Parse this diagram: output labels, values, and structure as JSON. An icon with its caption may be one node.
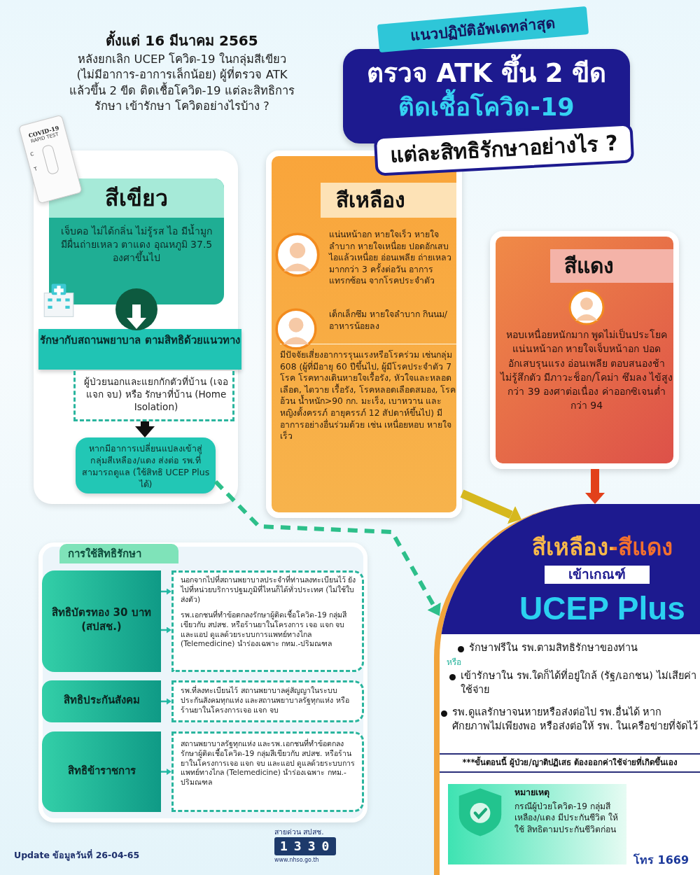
{
  "diagram": {
    "nodes": [
      {
        "text": [
          "สีเขียว",
          "เจ็บคอ ไม่ได้กลิ่น ไม่รู้รส ไอ มีน้ำมูก มีผื่นถ่ายเหลว ตาแดง อุณหภูมิ 37.5 องศาขึ้นไป"
        ]
      },
      {
        "text": [
          "รักษากับสถานพยาบาล ตามสิทธิด้วยแนวทาง"
        ]
      },
      {
        "text": [
          "ผู้ป่วยนอกและแยกกักตัวที่บ้าน (เจอ แจก จบ) หรือ รักษาที่บ้าน (Home Isolation)"
        ]
      },
      {
        "text": [
          "หากมีอาการเปลี่ยนแปลงเข้าสู่ กลุ่มสีเหลือง/แดง ส่งต่อ รพ.ที่สามารถดูแล (ใช้สิทธิ UCEP Plus ได้)"
        ]
      },
      {
        "text": [
          "สีเหลือง",
          "แน่นหน้าอก หายใจเร็ว หายใจลำบาก หายใจเหนื่อย ปอดอักเสบ ไอแล้วเหนื่อย อ่อนเพลีย ถ่ายเหลวมากกว่า 3 ครั้งต่อวัน อาการแทรกซ้อน จากโรคประจำตัว",
          "เด็กเล็กซึม หายใจลำบาก กินนม/อาหารน้อยลง",
          "มีปัจจัยเสี่ยงอาการรุนแรงหรือโรคร่วม เช่นกลุ่ม 608 (ผู้ที่มีอายุ 60 ปีขึ้นไป, ผู้มีโรคประจำตัว 7 โรค โรคทางเดินหายใจเรื้อรัง, หัวใจและหลอดเลือด, ไตวาย เรื้อรัง, โรคหลอดเลือดสมอง, โรคอ้วน น้ำหนัก>90 กก. มะเร็ง, เบาหวาน และหญิงตั้งครรภ์ อายุครรภ์ 12 สัปดาห์ขึ้นไป) มีอาการอย่างอื่นร่วมด้วย เช่น เหนื่อยหอบ หายใจเร็ว"
        ]
      },
      {
        "text": [
          "สีแดง",
          "หอบเหนื่อยหนักมาก พูดไม่เป็นประโยค แน่นหน้าอก หายใจเจ็บหน้าอก ปอดอักเสบรุนแรง อ่อนเพลีย ตอบสนองช้า ไม่รู้สึกตัว มีภาวะช็อก/โคม่า ซึมลง ไข้สูงกว่า 39 องศาต่อเนื่อง ค่าออกซิเจนต่ำกว่า 94"
        ]
      },
      {
        "text": [
          "สีเหลือง-สีแดง",
          "เข้าเกณฑ์",
          "UCEP Plus",
          "รักษาฟรีใน รพ.ตามสิทธิรักษาของท่าน",
          "หรือ",
          "เข้ารักษาใน รพ.ใดก็ได้ที่อยู่ใกล้ (รัฐ/เอกชน) ไม่เสียค่าใช้จ่าย",
          "รพ.ดูแลรักษาจนหายหรือส่งต่อไป รพ.อื่นได้ หากศักยภาพไม่เพียงพอ หรือส่งต่อให้ รพ. ในเครือข่ายที่จัดไว้",
          "***ขั้นตอนนี้ ผู้ป่วย/ญาติปฏิเสธ ต้องออกค่าใช้จ่ายที่เกิดขึ้นเอง"
        ]
      },
      {
        "text": [
          "หมายเหตุ",
          "กรณีผู้ป่วยโควิด-19 กลุ่มสีเหลือง/แดง มีประกันชีวิต ให้ใช้ สิทธิตามประกันชีวิตก่อน"
        ],
        "in": 6
      },
      {
        "text": [
          "การใช้สิทธิรักษา"
        ]
      },
      {
        "text": [
          "สิทธิบัตรทอง 30 บาท (สปสช.)"
        ],
        "in": 8
      },
      {
        "text": [
          "นอกจากไปที่สถานพยาบาลประจำที่ท่านลงทะเบียนไว้ ยังไปที่หน่วยบริการปฐมภูมิที่ไหนก็ได้ทั่วประเทศ (ไม่ใช้ใบส่งตัว)",
          "รพ.เอกชนที่ทำข้อตกลงรักษาผู้ติดเชื้อโควิด-19 กลุ่มสีเขียวกับ สปสช. หรือร้านยาในโครงการ เจอ แจก จบ และแอป ดูแลด้วยระบบการแพทย์ทางไกล (Telemedicine) นำร่องเฉพาะ กทม.-ปริมณฑล"
        ],
        "in": 8
      },
      {
        "text": [
          "สิทธิประกันสังคม"
        ],
        "in": 8
      },
      {
        "text": [
          "รพ.ที่ลงทะเบียนไว้ สถานพยาบาลคู่สัญญาในระบบ ประกันสังคมทุกแห่ง และสถานพยาบาลรัฐทุกแห่ง หรือร้านยาในโครงการเจอ แจก จบ"
        ],
        "in": 8
      },
      {
        "text": [
          "สิทธิข้าราชการ"
        ],
        "in": 8
      },
      {
        "text": [
          "สถานพยาบาลรัฐทุกแห่ง และรพ.เอกชนที่ทำข้อตกลง รักษาผู้ติดเชื้อโควิด-19 กลุ่มสีเขียวกับ สปสช. หรือร้านยาในโครงการเจอ แจก จบ และแอป ดูแลด้วยระบบการแพทย์ทางไกล (Telemedicine) นำร่องเฉพาะ กทม.-ปริมณฑล"
        ],
        "in": 8
      }
    ],
    "edges": [
      {
        "from": 0,
        "to": 1,
        "arrow": "to",
        "style": "thick",
        "color": "#ffffff"
      },
      {
        "from": 2,
        "to": 3,
        "arrow": "to",
        "style": "thick",
        "color": "#111111"
      },
      {
        "from": 3,
        "to": 6,
        "arrow": "to",
        "style": "dashed",
        "color": "#2dbf8a"
      },
      {
        "from": 4,
        "to": 6,
        "arrow": "to",
        "style": "thick",
        "color": "#d6b81e"
      },
      {
        "from": 5,
        "to": 6,
        "arrow": "to",
        "style": "thick",
        "color": "#e2411b"
      },
      {
        "from": 9,
        "to": 10,
        "arrow": "to"
      },
      {
        "from": 9,
        "to": 10,
        "arrow": "to"
      },
      {
        "from": 11,
        "to": 12,
        "arrow": "to"
      },
      {
        "from": 13,
        "to": 14,
        "arrow": "to"
      }
    ],
    "labels": [
      "แนวปฏิบัติอัพเดทล่าสุด",
      "ตรวจ ATK ขึ้น 2 ขีด",
      "ติดเชื้อโควิด-19",
      "แต่ละสิทธิรักษาอย่างไร ?",
      "ตั้งแต่ 16 มีนาคม 2565",
      "หลังยกเลิก UCEP โควิด-19 ในกลุ่มสีเขียว (ไม่มีอาการ-อาการเล็กน้อย) ผู้ที่ตรวจ ATK แล้วขึ้น 2 ขีด ติดเชื้อโควิด-19 แต่ละสิทธิการรักษา เข้ารักษา โควิดอย่างไรบ้าง ?",
      "COVID-19",
      "RAPID TEST",
      "C",
      "T",
      "Update ข้อมูลวันที่ 26-04-65",
      "สายด่วน สปสช.",
      "1330",
      "www.nhso.go.th",
      "โทร 1669"
    ]
  }
}
